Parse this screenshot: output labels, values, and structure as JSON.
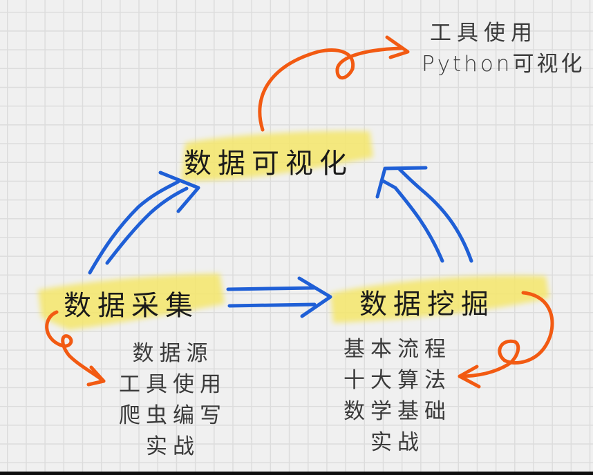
{
  "colors": {
    "background": "#f0f0f0",
    "grid": "#dcdcdc",
    "highlight": "#f5e66a",
    "blue_arrow": "#1f5fd6",
    "orange_arrow": "#f25a12",
    "text": "#1a1a1a"
  },
  "nodes": {
    "visualization": "数据可视化",
    "collection": "数据采集",
    "mining": "数据挖掘"
  },
  "notes": {
    "visualization": [
      "工具使用",
      "Python可视化"
    ],
    "collection": [
      "数据源",
      "工具使用",
      "爬虫编写",
      "实战"
    ],
    "mining": [
      "基本流程",
      "十大算法",
      "数学基础",
      "实战"
    ]
  },
  "edges": [
    {
      "from": "collection",
      "to": "visualization",
      "style": "double-arrow",
      "color": "blue"
    },
    {
      "from": "collection",
      "to": "mining",
      "style": "double-arrow",
      "color": "blue"
    },
    {
      "from": "mining",
      "to": "visualization",
      "style": "double-arrow",
      "color": "blue"
    },
    {
      "from": "visualization",
      "to": "visualization-notes",
      "style": "loop-arrow",
      "color": "orange"
    },
    {
      "from": "collection",
      "to": "collection-notes",
      "style": "loop-arrow",
      "color": "orange"
    },
    {
      "from": "mining",
      "to": "mining-notes",
      "style": "loop-arrow",
      "color": "orange"
    }
  ]
}
